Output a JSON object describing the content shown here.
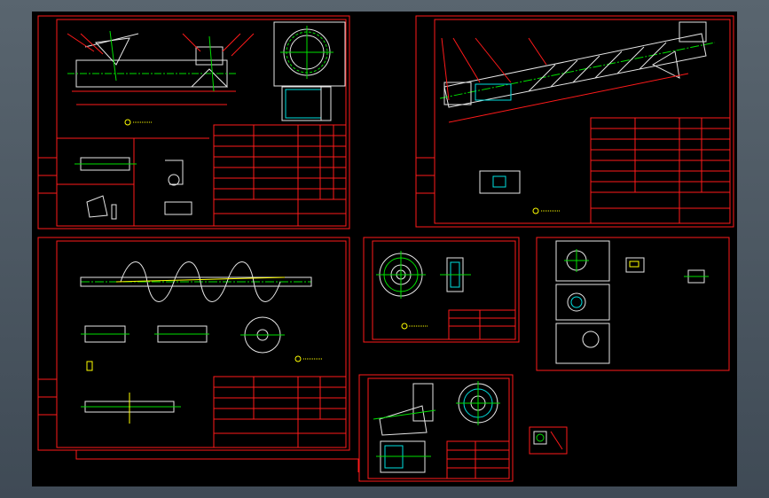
{
  "viewport": {
    "label": "CAD model space"
  },
  "colors": {
    "background": "#000000",
    "frame": "#ff1a1a",
    "outline": "#e6e6e6",
    "centerline": "#00e000",
    "hatch": "#00e0e0",
    "text": "#ffff00"
  },
  "sheets": [
    {
      "id": "assembly-drawing"
    },
    {
      "id": "inclined-assembly-drawing"
    },
    {
      "id": "screw-shaft-drawing"
    },
    {
      "id": "bearing-seat-drawing"
    },
    {
      "id": "part-details-sheet"
    },
    {
      "id": "drive-housing-drawing"
    },
    {
      "id": "small-part-sheet"
    }
  ]
}
